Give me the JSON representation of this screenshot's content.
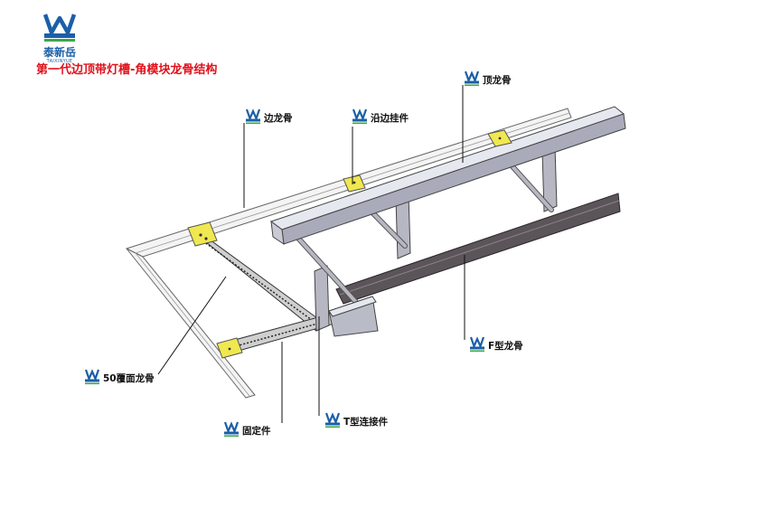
{
  "brand": {
    "name": "泰新岳",
    "name_en": "TAIXINYUE"
  },
  "title": "第一代边顶带灯槽-角模块龙骨结构",
  "labels": {
    "top_keel": "顶龙骨",
    "edge_keel": "边龙骨",
    "edge_hanger": "沿边挂件",
    "f_keel": "F型龙骨",
    "cover_keel": "50覆面龙骨",
    "fixing": "固定件",
    "t_connector": "T型连接件"
  },
  "colors": {
    "title": "#e0101a",
    "brand": "#1b5fa8",
    "bracket": "#f0e850"
  }
}
